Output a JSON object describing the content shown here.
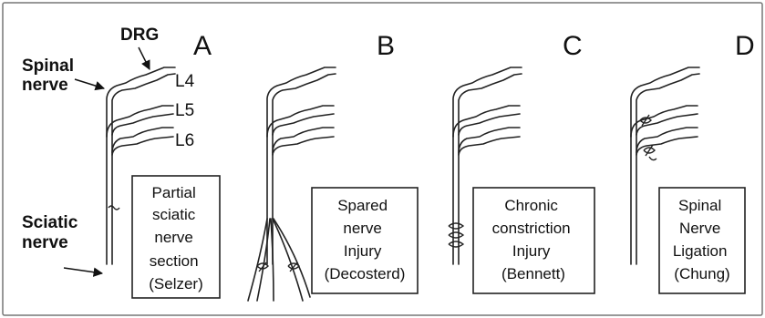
{
  "labels": {
    "drg": "DRG",
    "spinal_nerve": [
      "Spinal",
      "nerve"
    ],
    "sciatic_nerve": [
      "Sciatic",
      "nerve"
    ],
    "levels": [
      "L4",
      "L5",
      "L6"
    ]
  },
  "panels": [
    {
      "letter": "A",
      "caption": [
        "Partial",
        "sciatic",
        "nerve",
        "section",
        "(Selzer)"
      ]
    },
    {
      "letter": "B",
      "caption": [
        "Spared",
        "nerve",
        "Injury",
        "(Decosterd)"
      ]
    },
    {
      "letter": "C",
      "caption": [
        "Chronic",
        "constriction",
        "Injury",
        "(Bennett)"
      ]
    },
    {
      "letter": "D",
      "caption": [
        "Spinal",
        "Nerve",
        "Ligation",
        "(Chung)"
      ]
    }
  ]
}
